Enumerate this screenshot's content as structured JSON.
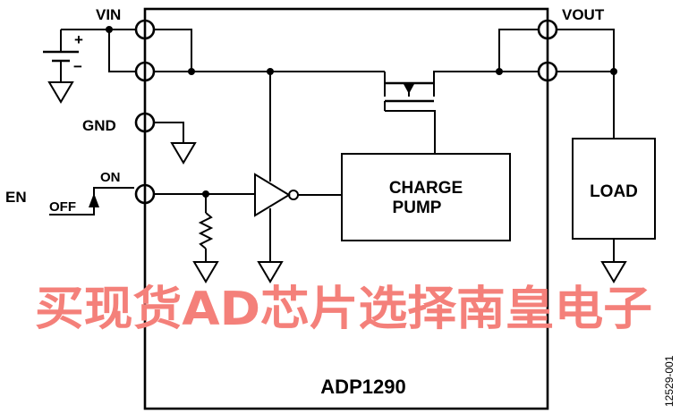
{
  "pins": {
    "vin": "VIN",
    "vout": "VOUT",
    "gnd": "GND",
    "en": "EN"
  },
  "switch": {
    "on": "ON",
    "off": "OFF"
  },
  "battery": {
    "plus": "+",
    "minus": "−"
  },
  "blocks": {
    "charge_pump_line1": "CHARGE",
    "charge_pump_line2": "PUMP",
    "load": "LOAD"
  },
  "chip_name": "ADP1290",
  "figure_id": "12529-001",
  "watermark": "买现货AD芯片选择南皇电子"
}
